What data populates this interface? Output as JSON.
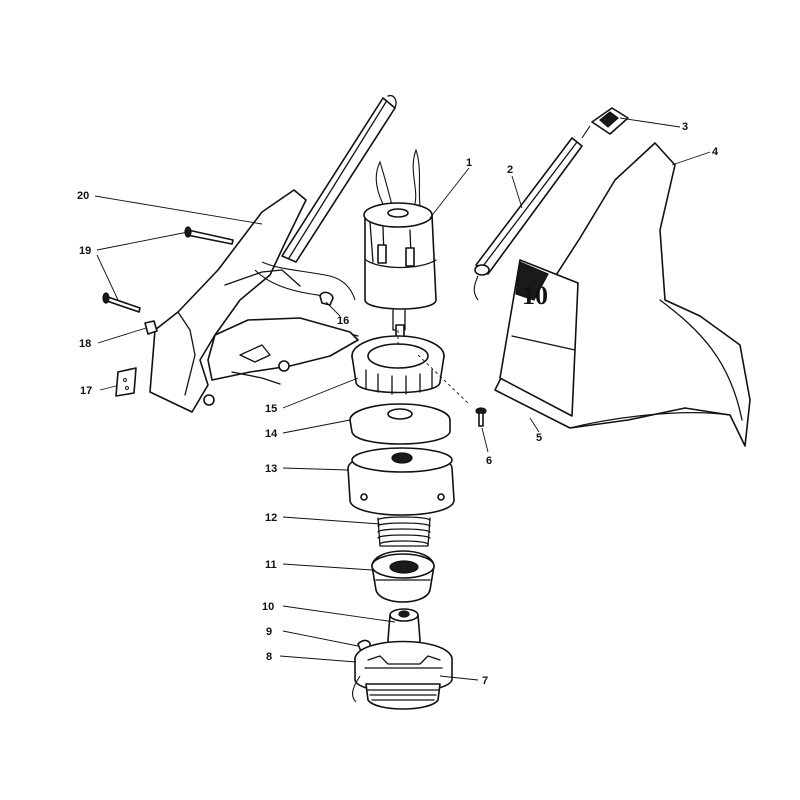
{
  "callouts": [
    {
      "id": "1",
      "label": "1"
    },
    {
      "id": "2",
      "label": "2"
    },
    {
      "id": "3",
      "label": "3"
    },
    {
      "id": "4",
      "label": "4"
    },
    {
      "id": "5",
      "label": "5"
    },
    {
      "id": "6",
      "label": "6"
    },
    {
      "id": "7",
      "label": "7"
    },
    {
      "id": "8",
      "label": "8"
    },
    {
      "id": "9",
      "label": "9"
    },
    {
      "id": "10",
      "label": "10"
    },
    {
      "id": "11",
      "label": "11"
    },
    {
      "id": "12",
      "label": "12"
    },
    {
      "id": "13",
      "label": "13"
    },
    {
      "id": "14",
      "label": "14"
    },
    {
      "id": "15",
      "label": "15"
    },
    {
      "id": "16",
      "label": "16"
    },
    {
      "id": "17",
      "label": "17"
    },
    {
      "id": "18",
      "label": "18"
    },
    {
      "id": "19",
      "label": "19"
    },
    {
      "id": "20",
      "label": "20"
    }
  ],
  "decal": {
    "text": "10"
  }
}
